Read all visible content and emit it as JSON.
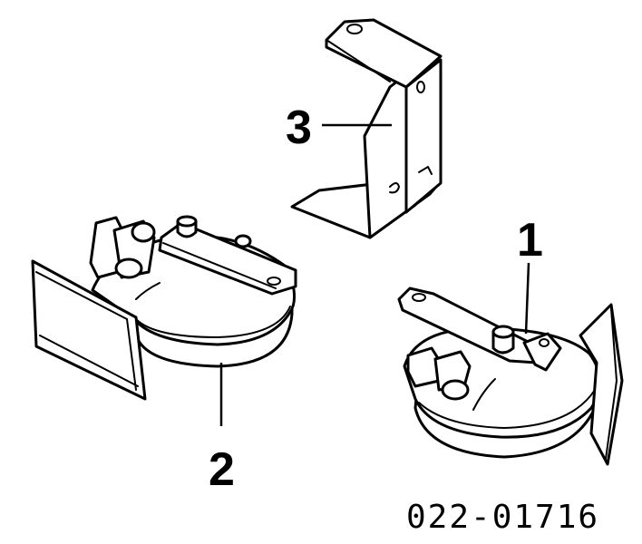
{
  "callouts": {
    "part_1": "1",
    "part_2": "2",
    "part_3": "3"
  },
  "diagram_code": "022-01716",
  "colors": {
    "line": "#000000",
    "background": "#ffffff"
  }
}
